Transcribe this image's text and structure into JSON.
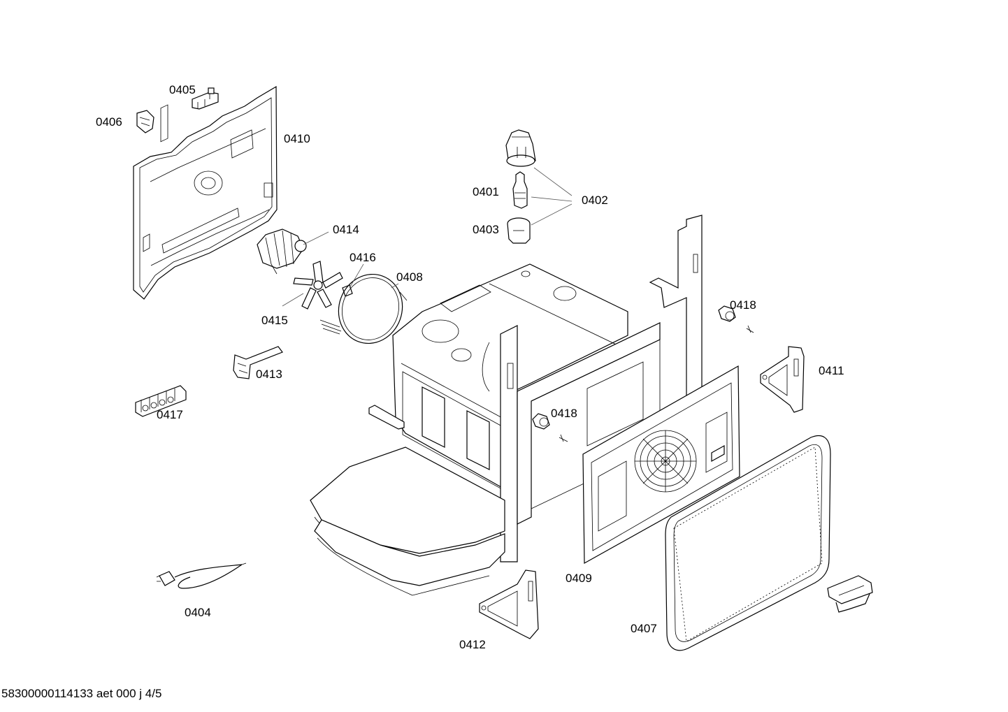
{
  "labels": {
    "p0401": "0401",
    "p0402": "0402",
    "p0403": "0403",
    "p0404": "0404",
    "p0405": "0405",
    "p0406": "0406",
    "p0407": "0407",
    "p0408": "0408",
    "p0409": "0409",
    "p0410": "0410",
    "p0411": "0411",
    "p0412": "0412",
    "p0413": "0413",
    "p0414": "0414",
    "p0415": "0415",
    "p0416": "0416",
    "p0417": "0417",
    "p0418a": "0418",
    "p0418b": "0418"
  },
  "footer": "58300000114133 aet 000 j 4/5"
}
